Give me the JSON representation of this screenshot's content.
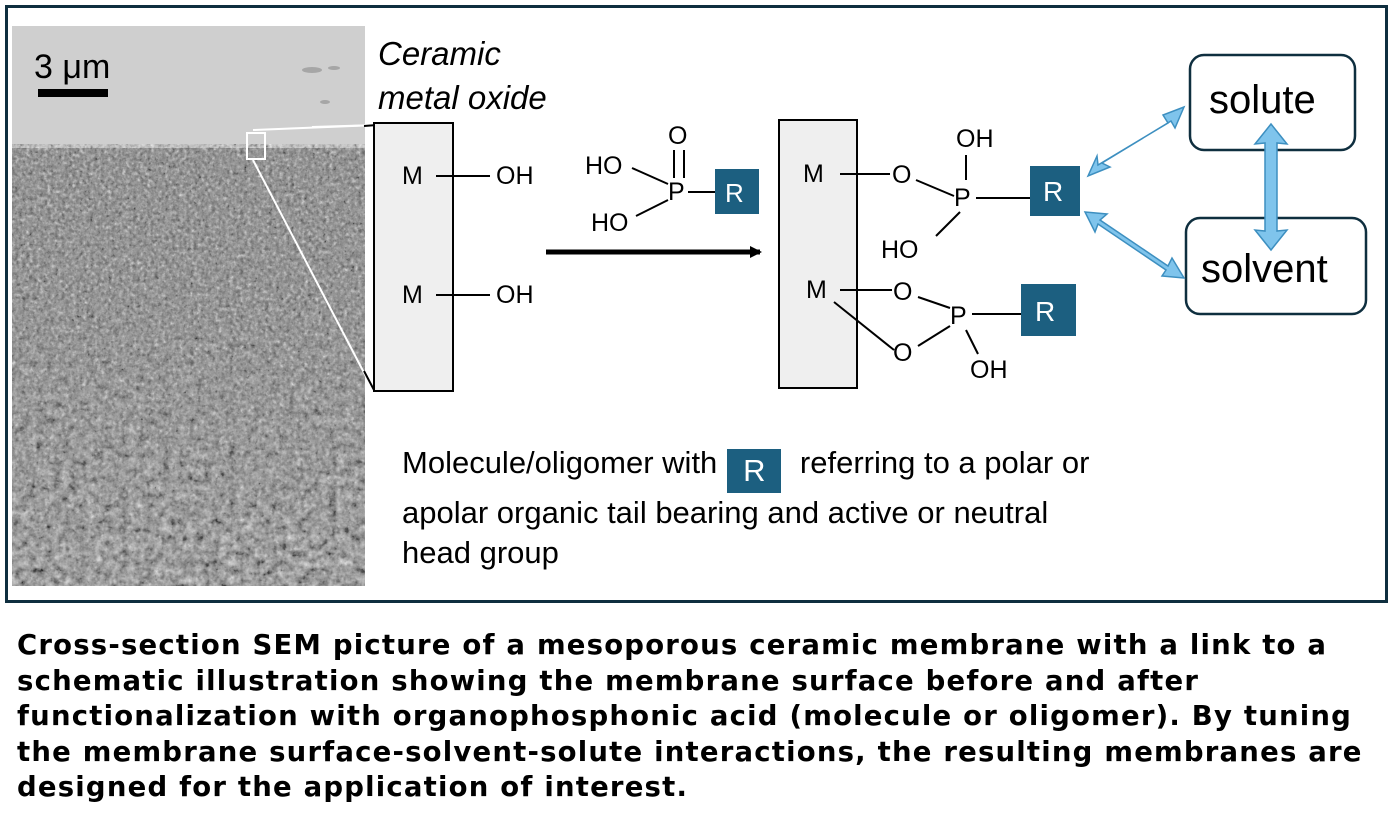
{
  "sem": {
    "scale_text": "3 μm"
  },
  "ceramic_label": [
    "Ceramic",
    "metal oxide"
  ],
  "labels": {
    "M": "M",
    "OH": "OH",
    "HO": "HO",
    "O": "O",
    "P": "P",
    "R": "R"
  },
  "boxes": {
    "solute": "solute",
    "solvent": "solvent"
  },
  "description": {
    "part1": "Molecule/oligomer with",
    "r": "R",
    "part2": " referring to a polar or apolar organic tail bearing and active or neutral head group"
  },
  "caption": "Cross-section SEM picture of a mesoporous ceramic membrane with a link to a schematic illustration showing the membrane surface before and after functionalization with organophosphonic acid (molecule or oligomer). By tuning the membrane surface-solvent-solute interactions, the resulting membranes are designed for the application of interest.",
  "colors": {
    "r_box": "#1c5f80",
    "arrow_blue": "#7fc4ec",
    "frame": "#0f2f3f"
  }
}
